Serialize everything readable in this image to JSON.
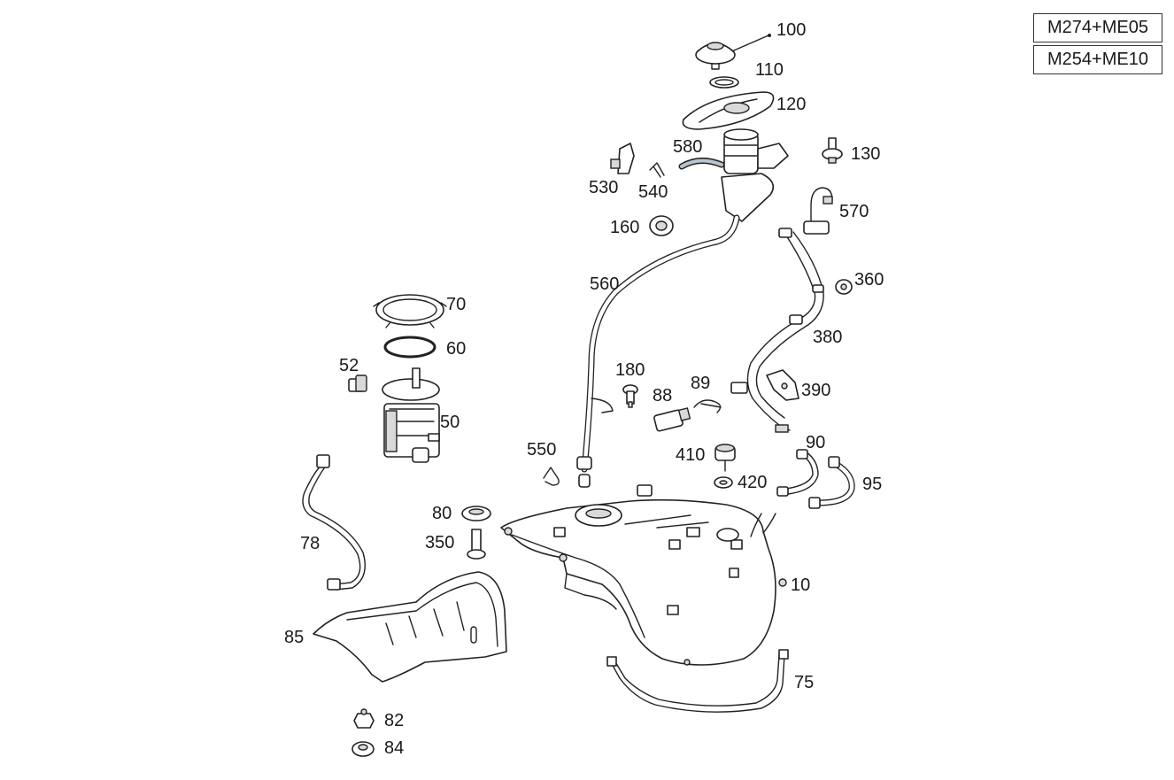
{
  "variants": [
    "M274+ME05",
    "M254+ME10"
  ],
  "callouts": {
    "c100": "100",
    "c110": "110",
    "c120": "120",
    "c130": "130",
    "c580": "580",
    "c530": "530",
    "c540": "540",
    "c570": "570",
    "c160": "160",
    "c360": "360",
    "c560": "560",
    "c70": "70",
    "c60": "60",
    "c380": "380",
    "c52": "52",
    "c180": "180",
    "c89": "89",
    "c88": "88",
    "c390": "390",
    "c50": "50",
    "c90": "90",
    "c550": "550",
    "c410": "410",
    "c420": "420",
    "c95": "95",
    "c80": "80",
    "c350": "350",
    "c78": "78",
    "c10": "10",
    "c85": "85",
    "c75": "75",
    "c82": "82",
    "c84": "84"
  }
}
